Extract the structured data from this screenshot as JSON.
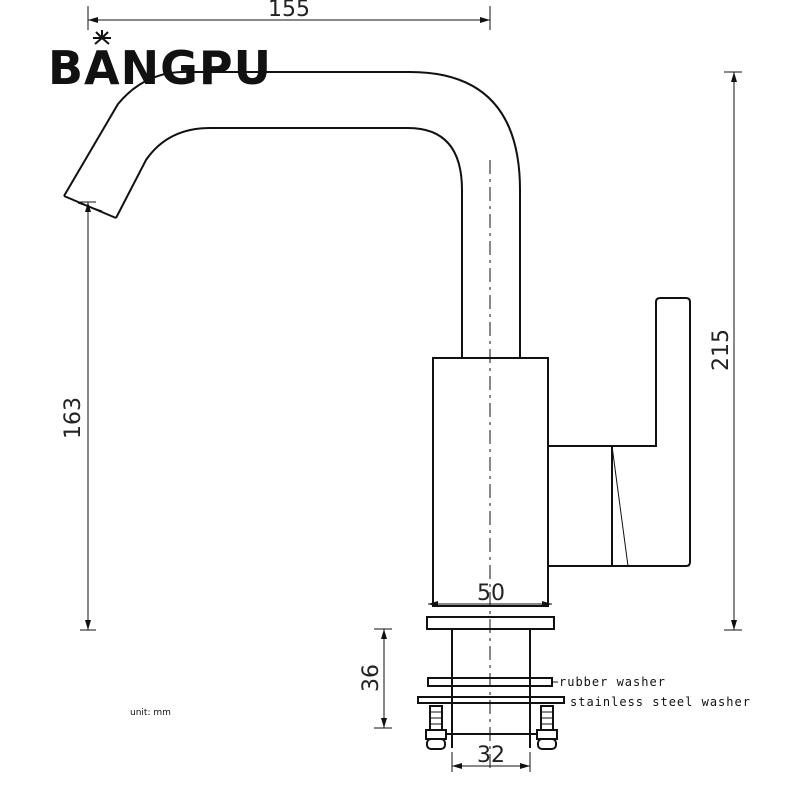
{
  "brand": {
    "name": "BANGPU"
  },
  "dimensions": {
    "overall_reach": "155",
    "overall_height": "215",
    "spout_height": "163",
    "body_width": "50",
    "shank_length": "36",
    "thread_diameter": "32"
  },
  "labels": {
    "rubber_washer": "rubber washer",
    "steel_washer": "stainless steel washer",
    "unit": "unit: mm"
  }
}
